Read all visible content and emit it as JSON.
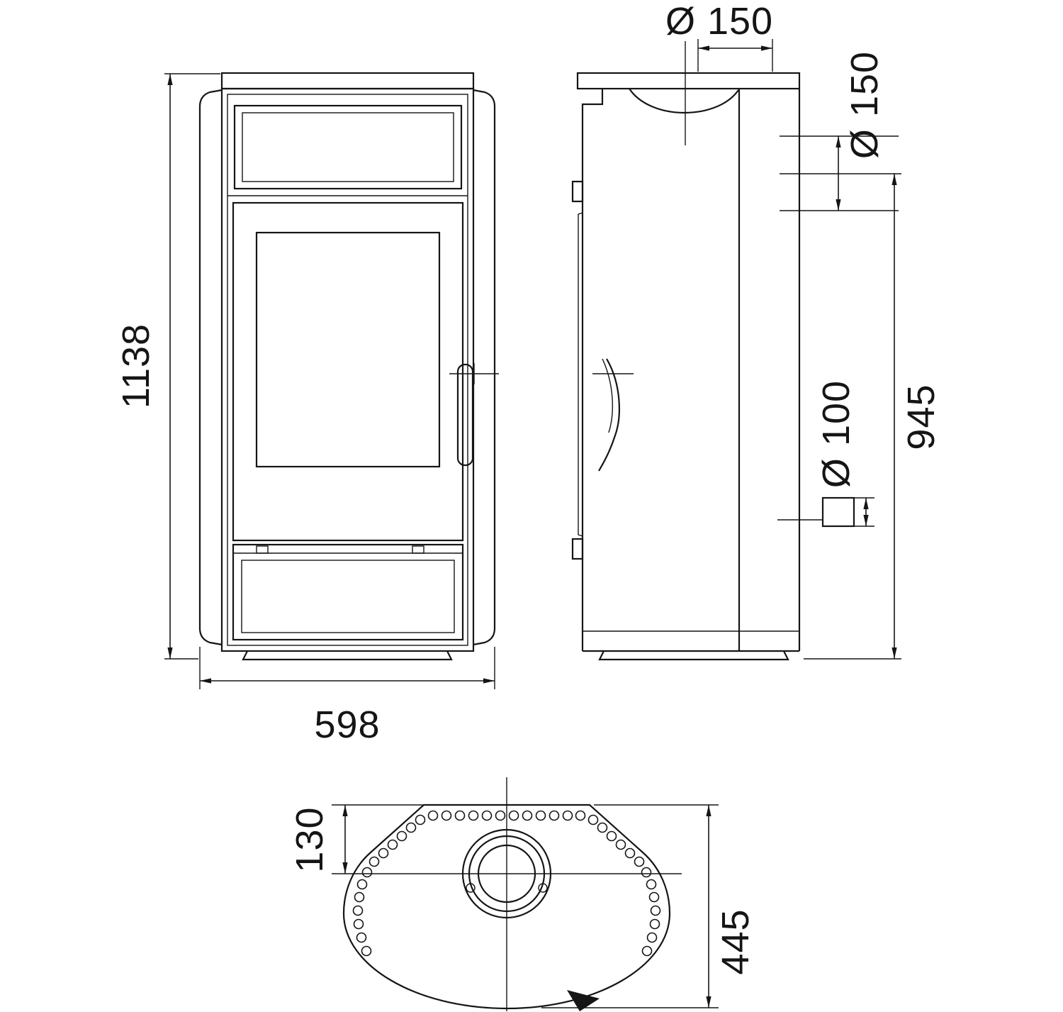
{
  "drawing": {
    "views": {
      "front": {
        "height": "1138",
        "width": "598"
      },
      "side": {
        "top_flue_diameter": "Ø 150",
        "rear_flue_diameter": "Ø 150",
        "rear_flue_center_height": "945",
        "air_inlet_diameter": "Ø 100"
      },
      "top": {
        "flue_center_to_front": "130",
        "depth": "445"
      }
    }
  }
}
